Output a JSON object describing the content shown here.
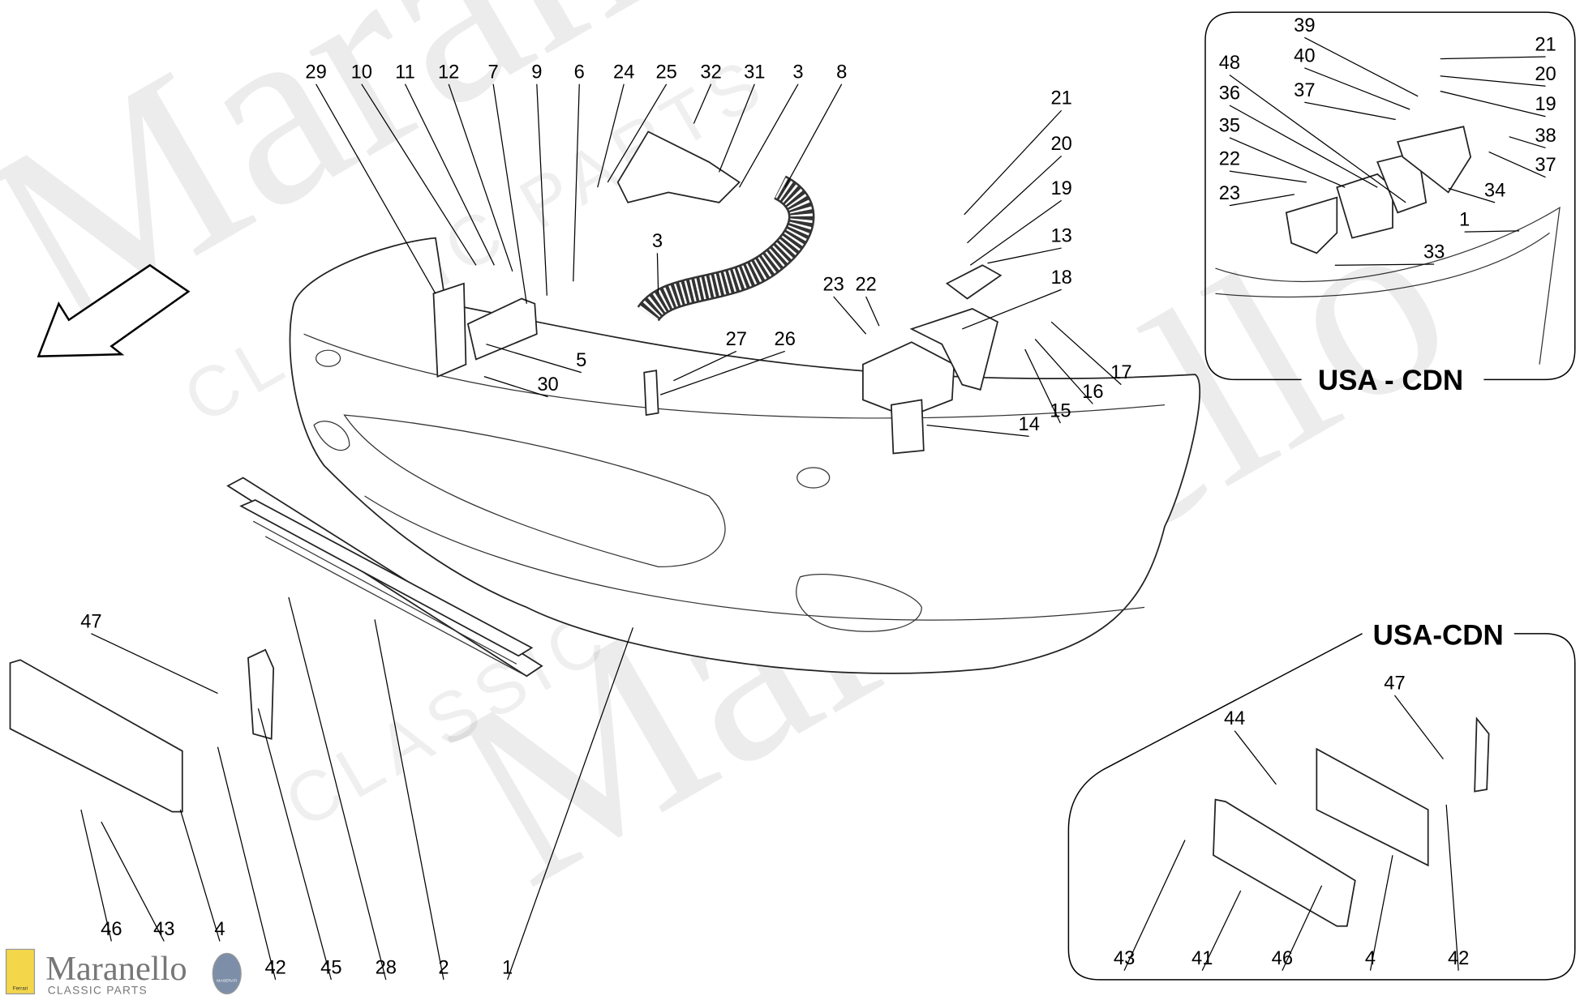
{
  "watermark": {
    "brand": "Maranello",
    "sub": "CLASSIC PARTS"
  },
  "logo": {
    "brand": "Maranello",
    "sub": "CLASSIC PARTS",
    "ferrari": "Ferrari",
    "maserati": "MASERATI"
  },
  "main_labels": [
    "29",
    "10",
    "11",
    "12",
    "7",
    "9",
    "6",
    "24",
    "25",
    "32",
    "31",
    "3",
    "8",
    "21",
    "20",
    "19",
    "13",
    "18",
    "23",
    "22",
    "3",
    "27",
    "26",
    "5",
    "30",
    "17",
    "16",
    "15",
    "14",
    "47",
    "46",
    "43",
    "4",
    "42",
    "45",
    "28",
    "2",
    "1"
  ],
  "inset_top": {
    "title": "USA - CDN",
    "labels": [
      "39",
      "40",
      "21",
      "20",
      "19",
      "48",
      "37",
      "36",
      "38",
      "37",
      "35",
      "22",
      "34",
      "23",
      "1",
      "33"
    ]
  },
  "inset_bottom": {
    "title": "USA-CDN",
    "labels": [
      "47",
      "44",
      "43",
      "41",
      "46",
      "4",
      "42"
    ]
  }
}
